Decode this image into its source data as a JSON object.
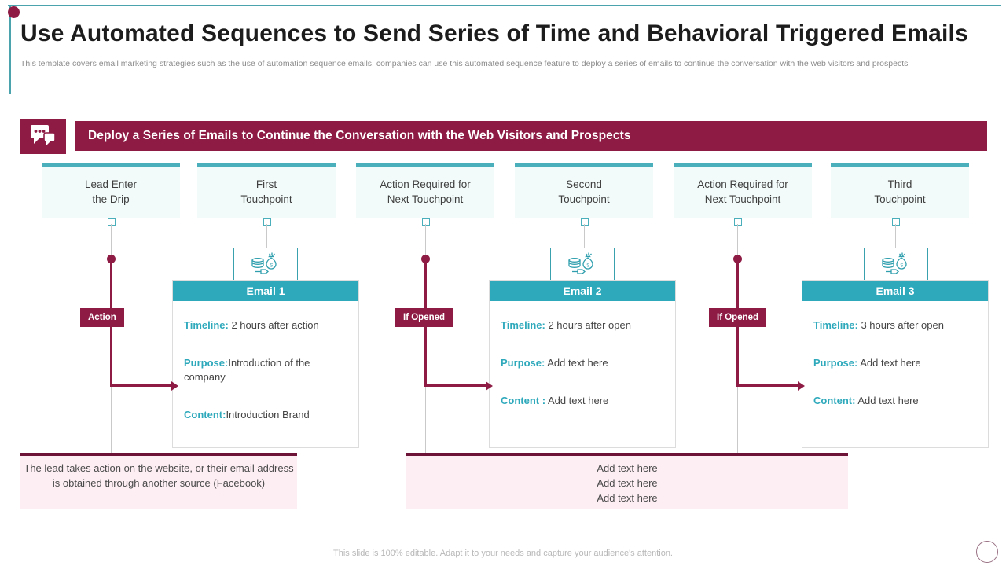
{
  "header": {
    "title": "Use Automated Sequences to Send Series of Time and Behavioral Triggered Emails",
    "subtitle": "This template covers email marketing strategies such as the use of automation sequence emails. companies can use this automated sequence feature to deploy a series of  emails to continue the conversation with the web visitors and prospects"
  },
  "banner": {
    "icon": "speech-bubble-icon",
    "text": "Deploy a Series of  Emails to Continue the Conversation with the Web Visitors and Prospects"
  },
  "steps": [
    {
      "label_line1": "Lead Enter",
      "label_line2": "the Drip"
    },
    {
      "label_line1": "First",
      "label_line2": "Touchpoint"
    },
    {
      "label_line1": "Action Required for",
      "label_line2": "Next Touchpoint"
    },
    {
      "label_line1": "Second",
      "label_line2": "Touchpoint"
    },
    {
      "label_line1": "Action Required for",
      "label_line2": "Next Touchpoint"
    },
    {
      "label_line1": "Third",
      "label_line2": "Touchpoint"
    }
  ],
  "flow_badges": [
    {
      "label": "Action"
    },
    {
      "label": "If Opened"
    },
    {
      "label": "If Opened"
    }
  ],
  "email_cards": [
    {
      "icon": "money-bag-coins-icon",
      "title": "Email 1",
      "timeline_key": "Timeline:",
      "timeline_value": " 2 hours after action",
      "purpose_key": "Purpose:",
      "purpose_value": "Introduction  of the company",
      "content_key": "Content:",
      "content_value": "Introduction  Brand"
    },
    {
      "icon": "money-bag-coins-icon",
      "title": "Email 2",
      "timeline_key": "Timeline:",
      "timeline_value": " 2 hours after open",
      "purpose_key": "Purpose:",
      "purpose_value": " Add text here",
      "content_key": "Content :",
      "content_value": " Add text here"
    },
    {
      "icon": "money-bag-coins-icon",
      "title": "Email 3",
      "timeline_key": "Timeline:",
      "timeline_value": " 3 hours after open",
      "purpose_key": "Purpose:",
      "purpose_value": " Add text here",
      "content_key": "Content:",
      "content_value": " Add text here"
    }
  ],
  "notes": {
    "left": "The lead takes action on the website, or their email address is obtained through  another source (Facebook)",
    "right_line1": "Add text here",
    "right_line2": "Add text here",
    "right_line3": "Add text here"
  },
  "footer": {
    "text": "This slide is 100% editable. Adapt it to your needs and capture your audience's attention."
  },
  "colors": {
    "maroon": "#8d1b44",
    "teal": "#2ea9bc",
    "teal_light": "#4aaebb",
    "step_bg": "#f2fbfa",
    "note_bg": "#fdeef3",
    "note_rule": "#6e1338"
  }
}
